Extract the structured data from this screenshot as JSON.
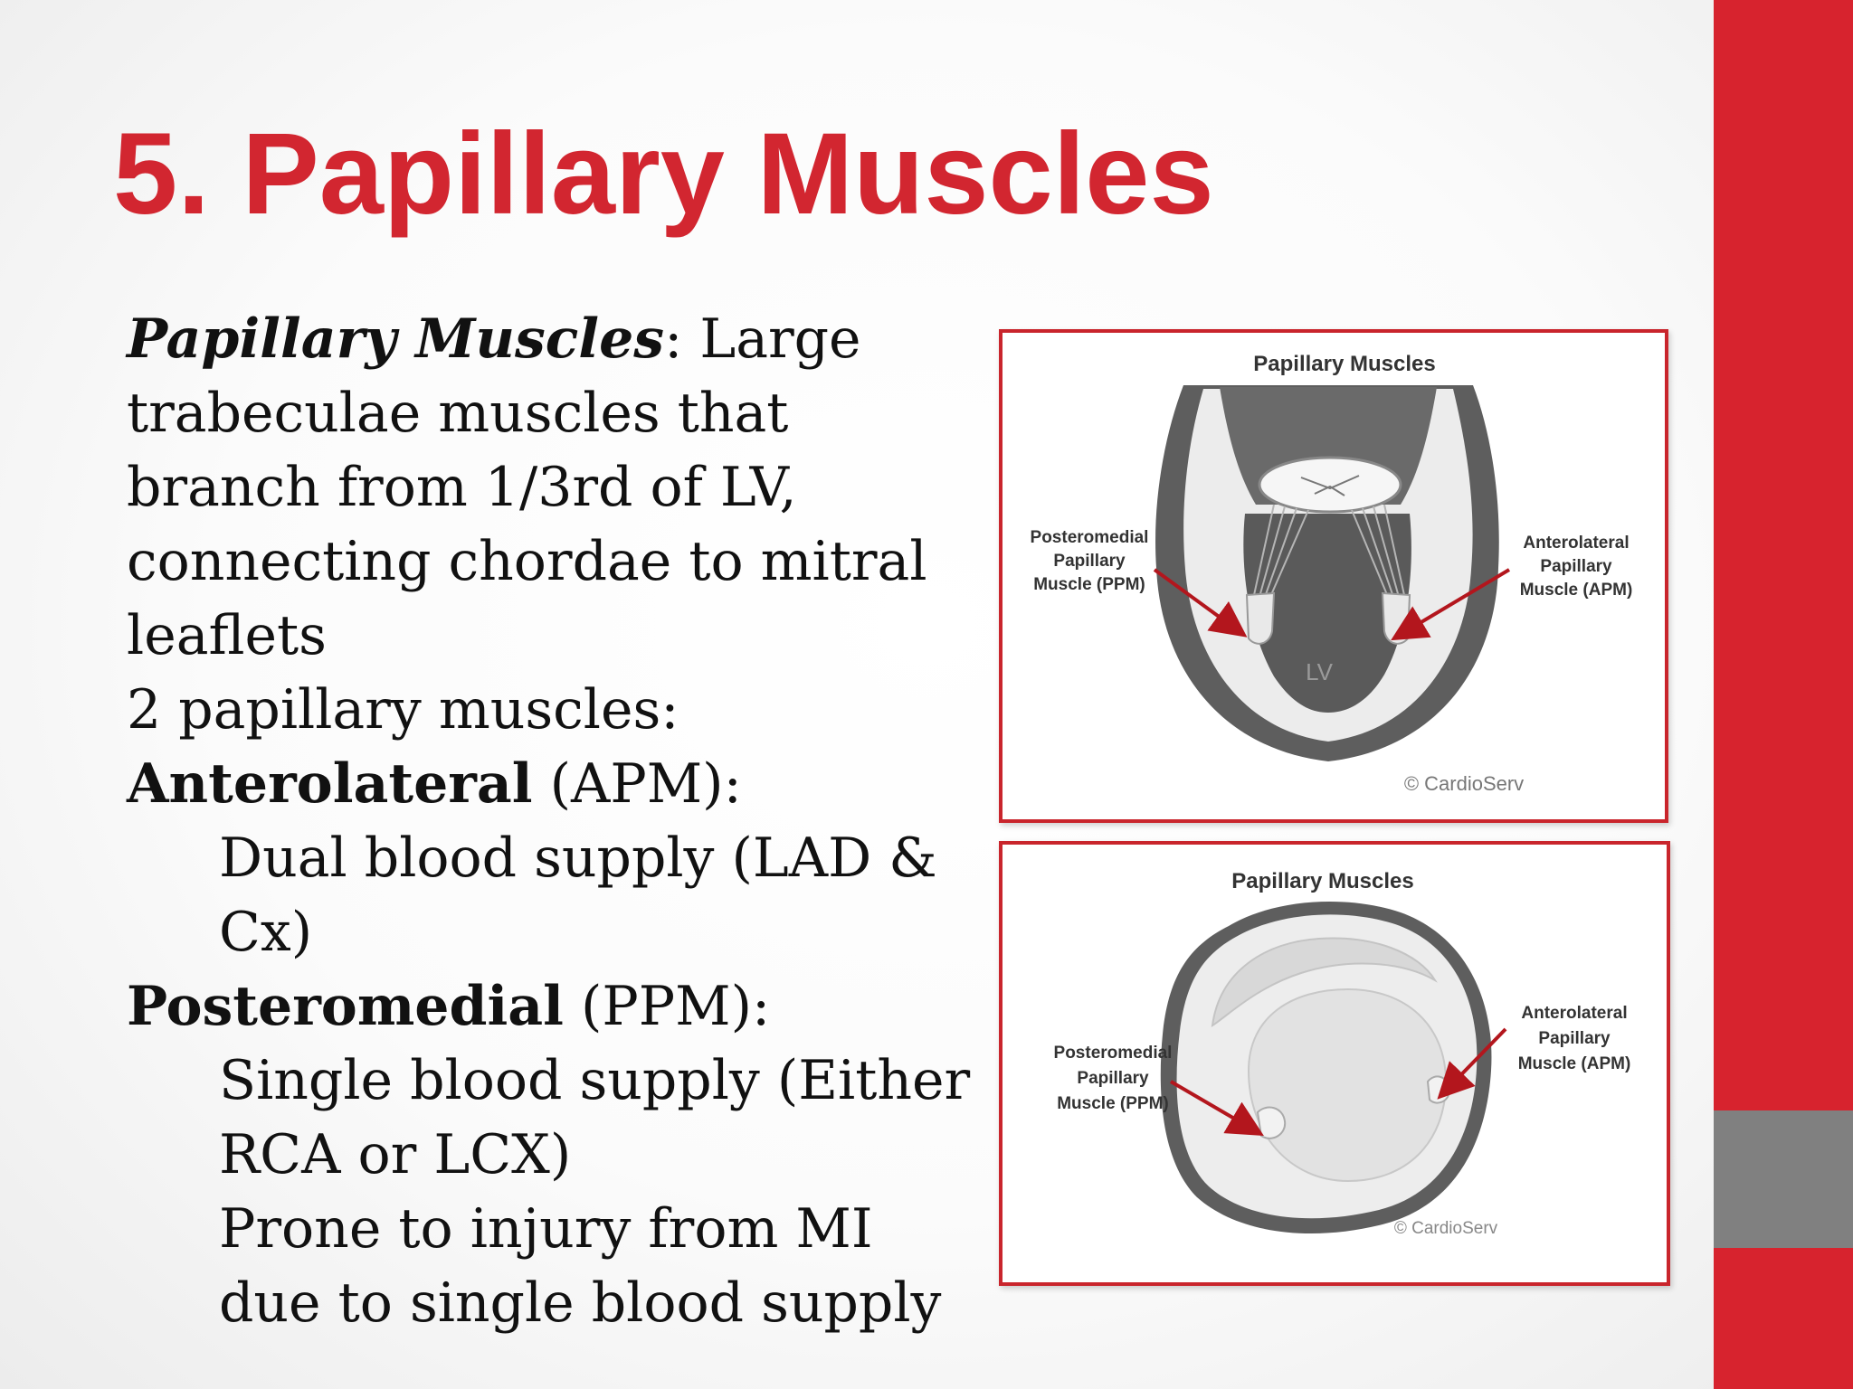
{
  "slide": {
    "title": "5.  Papillary Muscles",
    "lines": [
      {
        "italic_term": "Papillary Muscles",
        "text": ": Large"
      },
      {
        "text": "trabeculae muscles that"
      },
      {
        "text": "branch from 1/3rd of LV,"
      },
      {
        "text": "connecting chordae to mitral"
      },
      {
        "text": "leaflets"
      },
      {
        "text": "2 papillary muscles:"
      },
      {
        "bold_term": "Anterolateral",
        "text": " (APM):"
      },
      {
        "text": "Dual blood supply (LAD &"
      },
      {
        "text": "Cx)"
      },
      {
        "bold_term": "Posteromedial",
        "text": " (PPM):"
      },
      {
        "text": "Single blood supply (Either"
      },
      {
        "text": "RCA or LCX)"
      },
      {
        "text": "Prone to injury from MI"
      },
      {
        "text": "due to single blood supply"
      }
    ]
  },
  "figure1": {
    "title": "Papillary Muscles",
    "left_label": [
      "Posteromedial",
      "Papillary",
      "Muscle (PPM)"
    ],
    "right_label": [
      "Anterolateral",
      "Papillary",
      "Muscle (APM)"
    ],
    "chamber_label": "LV",
    "credit": "© CardioServ"
  },
  "figure2": {
    "title": "Papillary Muscles",
    "left_label": [
      "Posteromedial",
      "Papillary",
      "Muscle (PPM)"
    ],
    "right_label": [
      "Anterolateral",
      "Papillary",
      "Muscle (APM)"
    ],
    "credit": "© CardioServ"
  },
  "colors": {
    "accent_red": "#d7232e",
    "title_red": "#d22630",
    "side_gray": "#808080",
    "arrow_red": "#b3161d"
  }
}
